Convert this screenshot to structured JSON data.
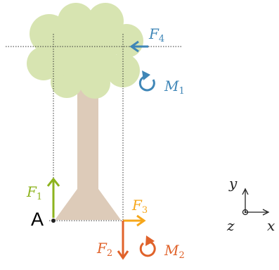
{
  "point_label": "A",
  "forces": [
    {
      "symbol": "F",
      "sub": "1",
      "color": "#8db31e"
    },
    {
      "symbol": "F",
      "sub": "2",
      "color": "#e0622a"
    },
    {
      "symbol": "F",
      "sub": "3",
      "color": "#f6a71b"
    },
    {
      "symbol": "F",
      "sub": "4",
      "color": "#3f86b7"
    }
  ],
  "moments": [
    {
      "symbol": "M",
      "sub": "1",
      "color": "#3f86b7"
    },
    {
      "symbol": "M",
      "sub": "2",
      "color": "#e0622a"
    }
  ],
  "axes": {
    "x": "x",
    "y": "y",
    "z": "z"
  },
  "colors": {
    "canopy": "#d7e4b1",
    "trunk": "#ddcbb9",
    "guides": "#333333"
  }
}
